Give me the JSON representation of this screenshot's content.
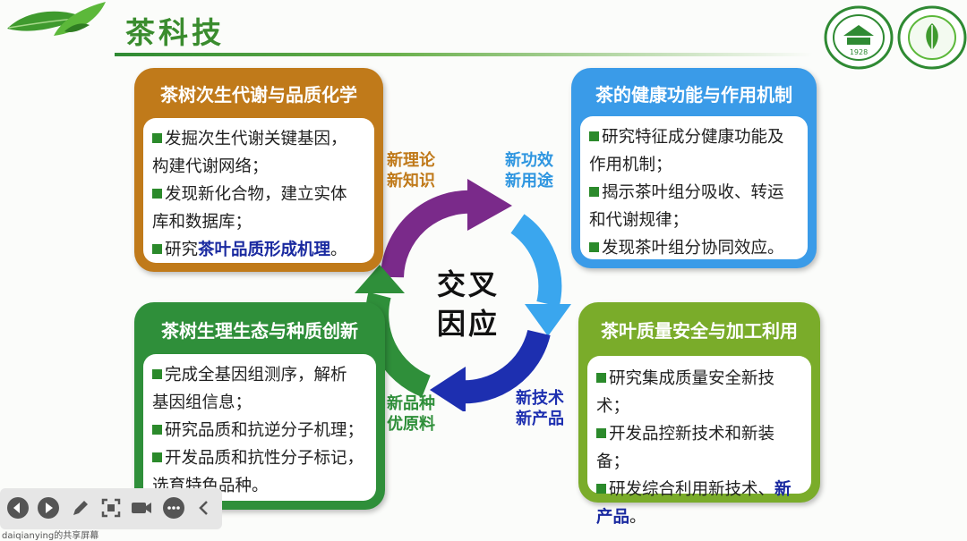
{
  "header": {
    "title": "茶科技"
  },
  "center": {
    "line1": "交叉",
    "line2": "因应"
  },
  "cards": [
    {
      "title": "茶树次生代谢与品质化学",
      "bullets": [
        "发掘次生代谢关键基因，",
        "构建代谢网络；",
        "发现新化合物，建立实体",
        "库和数据库；"
      ],
      "last_prefix": "研究",
      "last_highlight": "茶叶品质形成机理",
      "last_suffix": "。",
      "color": "#c07a1a"
    },
    {
      "title": "茶的健康功能与作用机制",
      "bullets": [
        "研究特征成分健康功能及",
        "作用机制；",
        "揭示茶叶组分吸收、转运",
        "和代谢规律；",
        "发现茶叶组分协同效应。"
      ],
      "color": "#3a9be8"
    },
    {
      "title": "茶树生理生态与种质创新",
      "bullets": [
        "完成全基因组测序，解析",
        "基因组信息；",
        "研究品质和抗逆分子机理；",
        "开发品质和抗性分子标记，",
        "选育特色品种。"
      ],
      "color": "#2f8f3a"
    },
    {
      "title": "茶叶质量安全与加工利用",
      "bullets": [
        "研究集成质量安全新技术；",
        "开发品控新技术和新装备；"
      ],
      "last_prefix": "研发综合利用新技术、",
      "last_highlight_1": "新",
      "last_highlight_2": "产品",
      "last_suffix": "。",
      "color": "#7aac2a"
    }
  ],
  "labels": {
    "top_left": [
      "新理论",
      "新知识"
    ],
    "top_right": [
      "新功效",
      "新用途"
    ],
    "bottom_left": [
      "新品种",
      "优原料"
    ],
    "bottom_right": [
      "新技术",
      "新产品"
    ]
  },
  "logos": {
    "left_year": "1928"
  },
  "toolbar_icons": [
    "back-icon",
    "play-icon",
    "pen-icon",
    "screenshot-icon",
    "video-icon",
    "more-icon",
    "collapse-icon"
  ],
  "footer": {
    "name": "daiqianying的共享屏幕"
  }
}
